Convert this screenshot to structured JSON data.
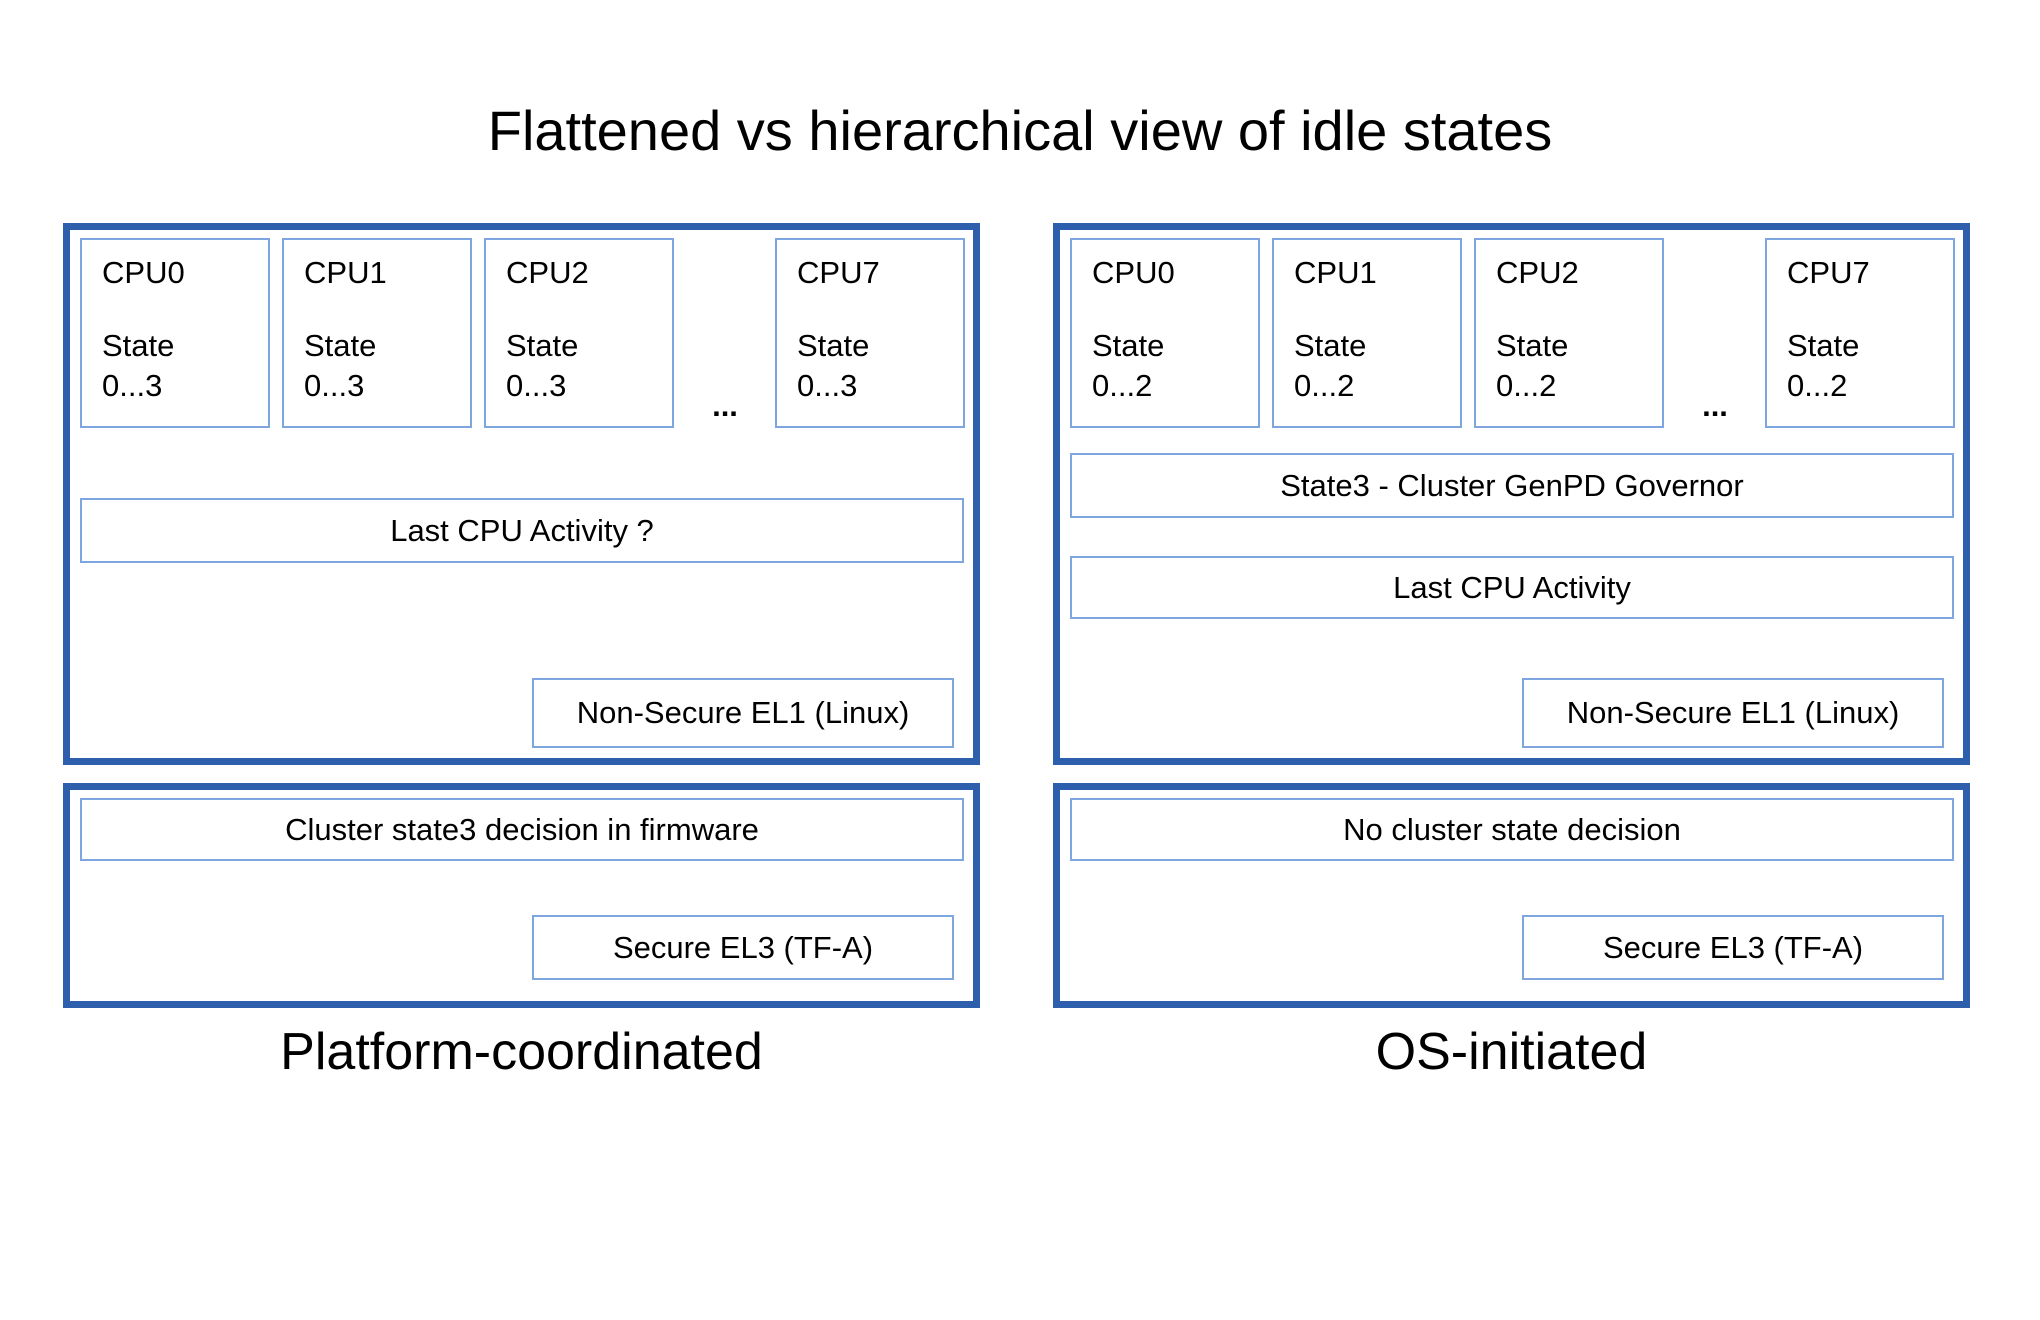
{
  "title": "Flattened vs hierarchical view of idle states",
  "colors": {
    "outer_border": "#2e5fad",
    "inner_border": "#7da6e1",
    "text": "#000000",
    "background": "#ffffff"
  },
  "panels": {
    "left": {
      "caption": "Platform-coordinated",
      "cpus": [
        {
          "label": "CPU0",
          "state": "State",
          "range": "0...3"
        },
        {
          "label": "CPU1",
          "state": "State",
          "range": "0...3"
        },
        {
          "label": "CPU2",
          "state": "State",
          "range": "0...3"
        },
        {
          "label": "CPU7",
          "state": "State",
          "range": "0...3"
        }
      ],
      "ellipsis": "...",
      "last_cpu_activity": "Last CPU Activity ?",
      "el1": "Non-Secure EL1 (Linux)",
      "cluster_decision": "Cluster state3 decision in firmware",
      "el3": "Secure EL3 (TF-A)"
    },
    "right": {
      "caption": "OS-initiated",
      "cpus": [
        {
          "label": "CPU0",
          "state": "State",
          "range": "0...2"
        },
        {
          "label": "CPU1",
          "state": "State",
          "range": "0...2"
        },
        {
          "label": "CPU2",
          "state": "State",
          "range": "0...2"
        },
        {
          "label": "CPU7",
          "state": "State",
          "range": "0...2"
        }
      ],
      "ellipsis": "...",
      "governor": "State3 - Cluster GenPD Governor",
      "last_cpu_activity": "Last CPU Activity",
      "el1": "Non-Secure EL1 (Linux)",
      "no_cluster_decision": "No cluster state decision",
      "el3": "Secure EL3 (TF-A)"
    }
  }
}
